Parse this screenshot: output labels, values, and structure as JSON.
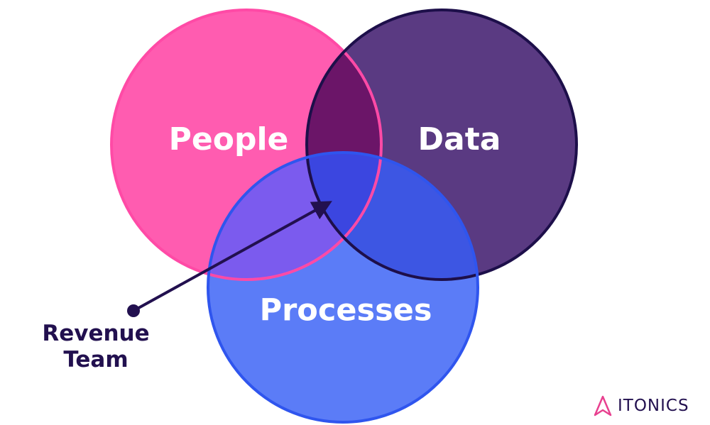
{
  "diagram": {
    "sets": [
      {
        "label": "People",
        "fill": "#ff5cb0",
        "stroke": "#ff4aa6"
      },
      {
        "label": "Data",
        "fill": "#5a3a82",
        "stroke": "#1d0f4a"
      },
      {
        "label": "Processes",
        "fill": "#5b7cf7",
        "stroke": "#2f55ee"
      }
    ],
    "intersections": [
      {
        "sets": [
          "People",
          "Data"
        ],
        "fill": "#6b1568"
      },
      {
        "sets": [
          "People",
          "Processes"
        ],
        "fill": "#7b5bee"
      },
      {
        "sets": [
          "Data",
          "Processes"
        ],
        "fill": "#3d56e3"
      },
      {
        "sets": [
          "People",
          "Data",
          "Processes"
        ],
        "fill": "#3b46e0"
      }
    ],
    "callout": {
      "line1": "Revenue",
      "line2": "Team",
      "color": "#22104f",
      "points_to": [
        "People",
        "Data",
        "Processes"
      ]
    }
  },
  "brand": {
    "name": "ITONICS",
    "icon": "itonics-logo-icon",
    "accent": "#e8408f"
  }
}
